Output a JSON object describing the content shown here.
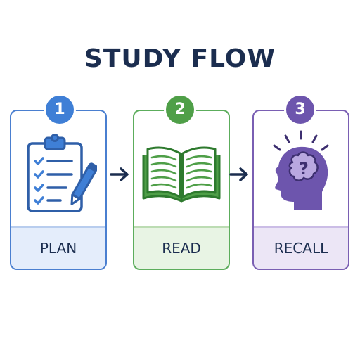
{
  "title": "STUDY FLOW",
  "steps": [
    {
      "number": "1",
      "label": "PLAN",
      "icon": "clipboard-checklist-icon",
      "color": "#3f7fd6"
    },
    {
      "number": "2",
      "label": "READ",
      "icon": "open-book-icon",
      "color": "#4f9f48"
    },
    {
      "number": "3",
      "label": "RECALL",
      "icon": "head-question-icon",
      "color": "#6d55ad"
    }
  ],
  "colors": {
    "title": "#1b2d4f",
    "arrow": "#1b2d4f"
  }
}
